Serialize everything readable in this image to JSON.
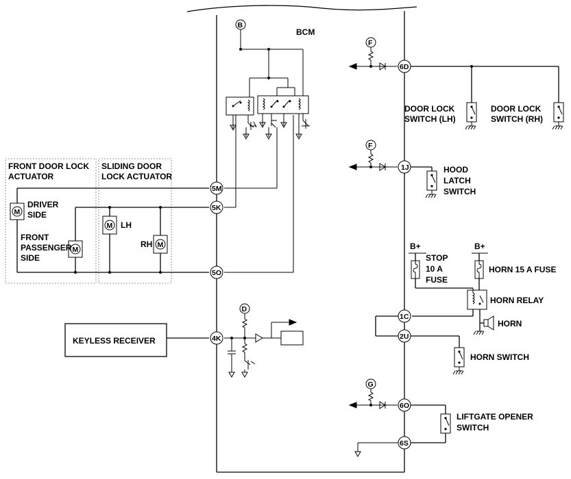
{
  "bcm": {
    "title": "BCM"
  },
  "supplies": {
    "b": "B",
    "d": "D",
    "f1": "F",
    "f2": "F",
    "g": "G",
    "bplus_stop": "B+",
    "bplus_horn": "B+"
  },
  "pins": {
    "p6d": "6D",
    "p1j": "1J",
    "p5m": "5M",
    "p5k": "5K",
    "p5o": "5O",
    "p4k": "4K",
    "p1c": "1C",
    "p2u": "2U",
    "p6o": "6O",
    "p6s": "6S"
  },
  "components": {
    "door_lock_lh": [
      "DOOR LOCK",
      "SWITCH (LH)"
    ],
    "door_lock_rh": [
      "DOOR LOCK",
      "SWITCH (RH)"
    ],
    "hood_latch": [
      "HOOD",
      "LATCH",
      "SWITCH"
    ],
    "stop_fuse": [
      "STOP",
      "10 A",
      "FUSE"
    ],
    "horn_fuse": "HORN 15 A FUSE",
    "horn_relay": "HORN RELAY",
    "horn": "HORN",
    "horn_switch": "HORN SWITCH",
    "liftgate": [
      "LIFTGATE OPENER",
      "SWITCH"
    ],
    "keyless_receiver": "KEYLESS RECEIVER",
    "front_actuator": [
      "FRONT DOOR LOCK",
      "ACTUATOR"
    ],
    "sliding_actuator": [
      "SLIDING DOOR",
      "LOCK ACTUATOR"
    ],
    "driver_side": [
      "DRIVER",
      "SIDE"
    ],
    "front_passenger": [
      "FRONT",
      "PASSENGER",
      "SIDE"
    ],
    "lh": "LH",
    "rh": "RH",
    "motor": "M"
  }
}
